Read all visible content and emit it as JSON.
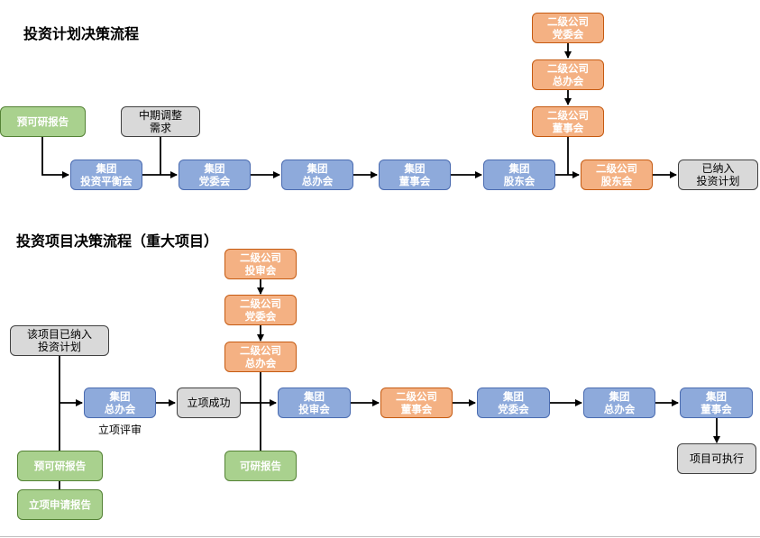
{
  "section1": {
    "title": "投资计划决策流程",
    "nodes": {
      "pre_study": [
        "预可研报告"
      ],
      "mid_adjust": [
        "中期调整",
        "需求"
      ],
      "grp_balance": [
        "集团",
        "投资平衡会"
      ],
      "grp_party": [
        "集团",
        "党委会"
      ],
      "grp_office": [
        "集团",
        "总办会"
      ],
      "grp_board": [
        "集团",
        "董事会"
      ],
      "grp_share": [
        "集团",
        "股东会"
      ],
      "sub_party": [
        "二级公司",
        "党委会"
      ],
      "sub_office": [
        "二级公司",
        "总办会"
      ],
      "sub_board": [
        "二级公司",
        "董事会"
      ],
      "sub_share": [
        "二级公司",
        "股东会"
      ],
      "included": [
        "已纳入",
        "投资计划"
      ]
    }
  },
  "section2": {
    "title": "投资项目决策流程（重大项目）",
    "nodes": {
      "included": [
        "该项目已纳入",
        "投资计划"
      ],
      "pre_study": [
        "预可研报告"
      ],
      "approval_report": [
        "立项申请报告"
      ],
      "grp_office": [
        "集团",
        "总办会"
      ],
      "review_note": "立项评审",
      "approved": [
        "立项成功"
      ],
      "sub_invest": [
        "二级公司",
        "投审会"
      ],
      "sub_party": [
        "二级公司",
        "党委会"
      ],
      "sub_office": [
        "二级公司",
        "总办会"
      ],
      "study_report": [
        "可研报告"
      ],
      "grp_invest": [
        "集团",
        "投审会"
      ],
      "sub_board": [
        "二级公司",
        "董事会"
      ],
      "grp_party": [
        "集团",
        "党委会"
      ],
      "grp_office2": [
        "集团",
        "总办会"
      ],
      "grp_board": [
        "集团",
        "董事会"
      ],
      "execute": [
        "项目可执行"
      ]
    }
  },
  "colors": {
    "group": "#8eaadb",
    "subsidiary": "#f4b183",
    "report": "#a9d18e",
    "status": "#d9d9d9"
  }
}
